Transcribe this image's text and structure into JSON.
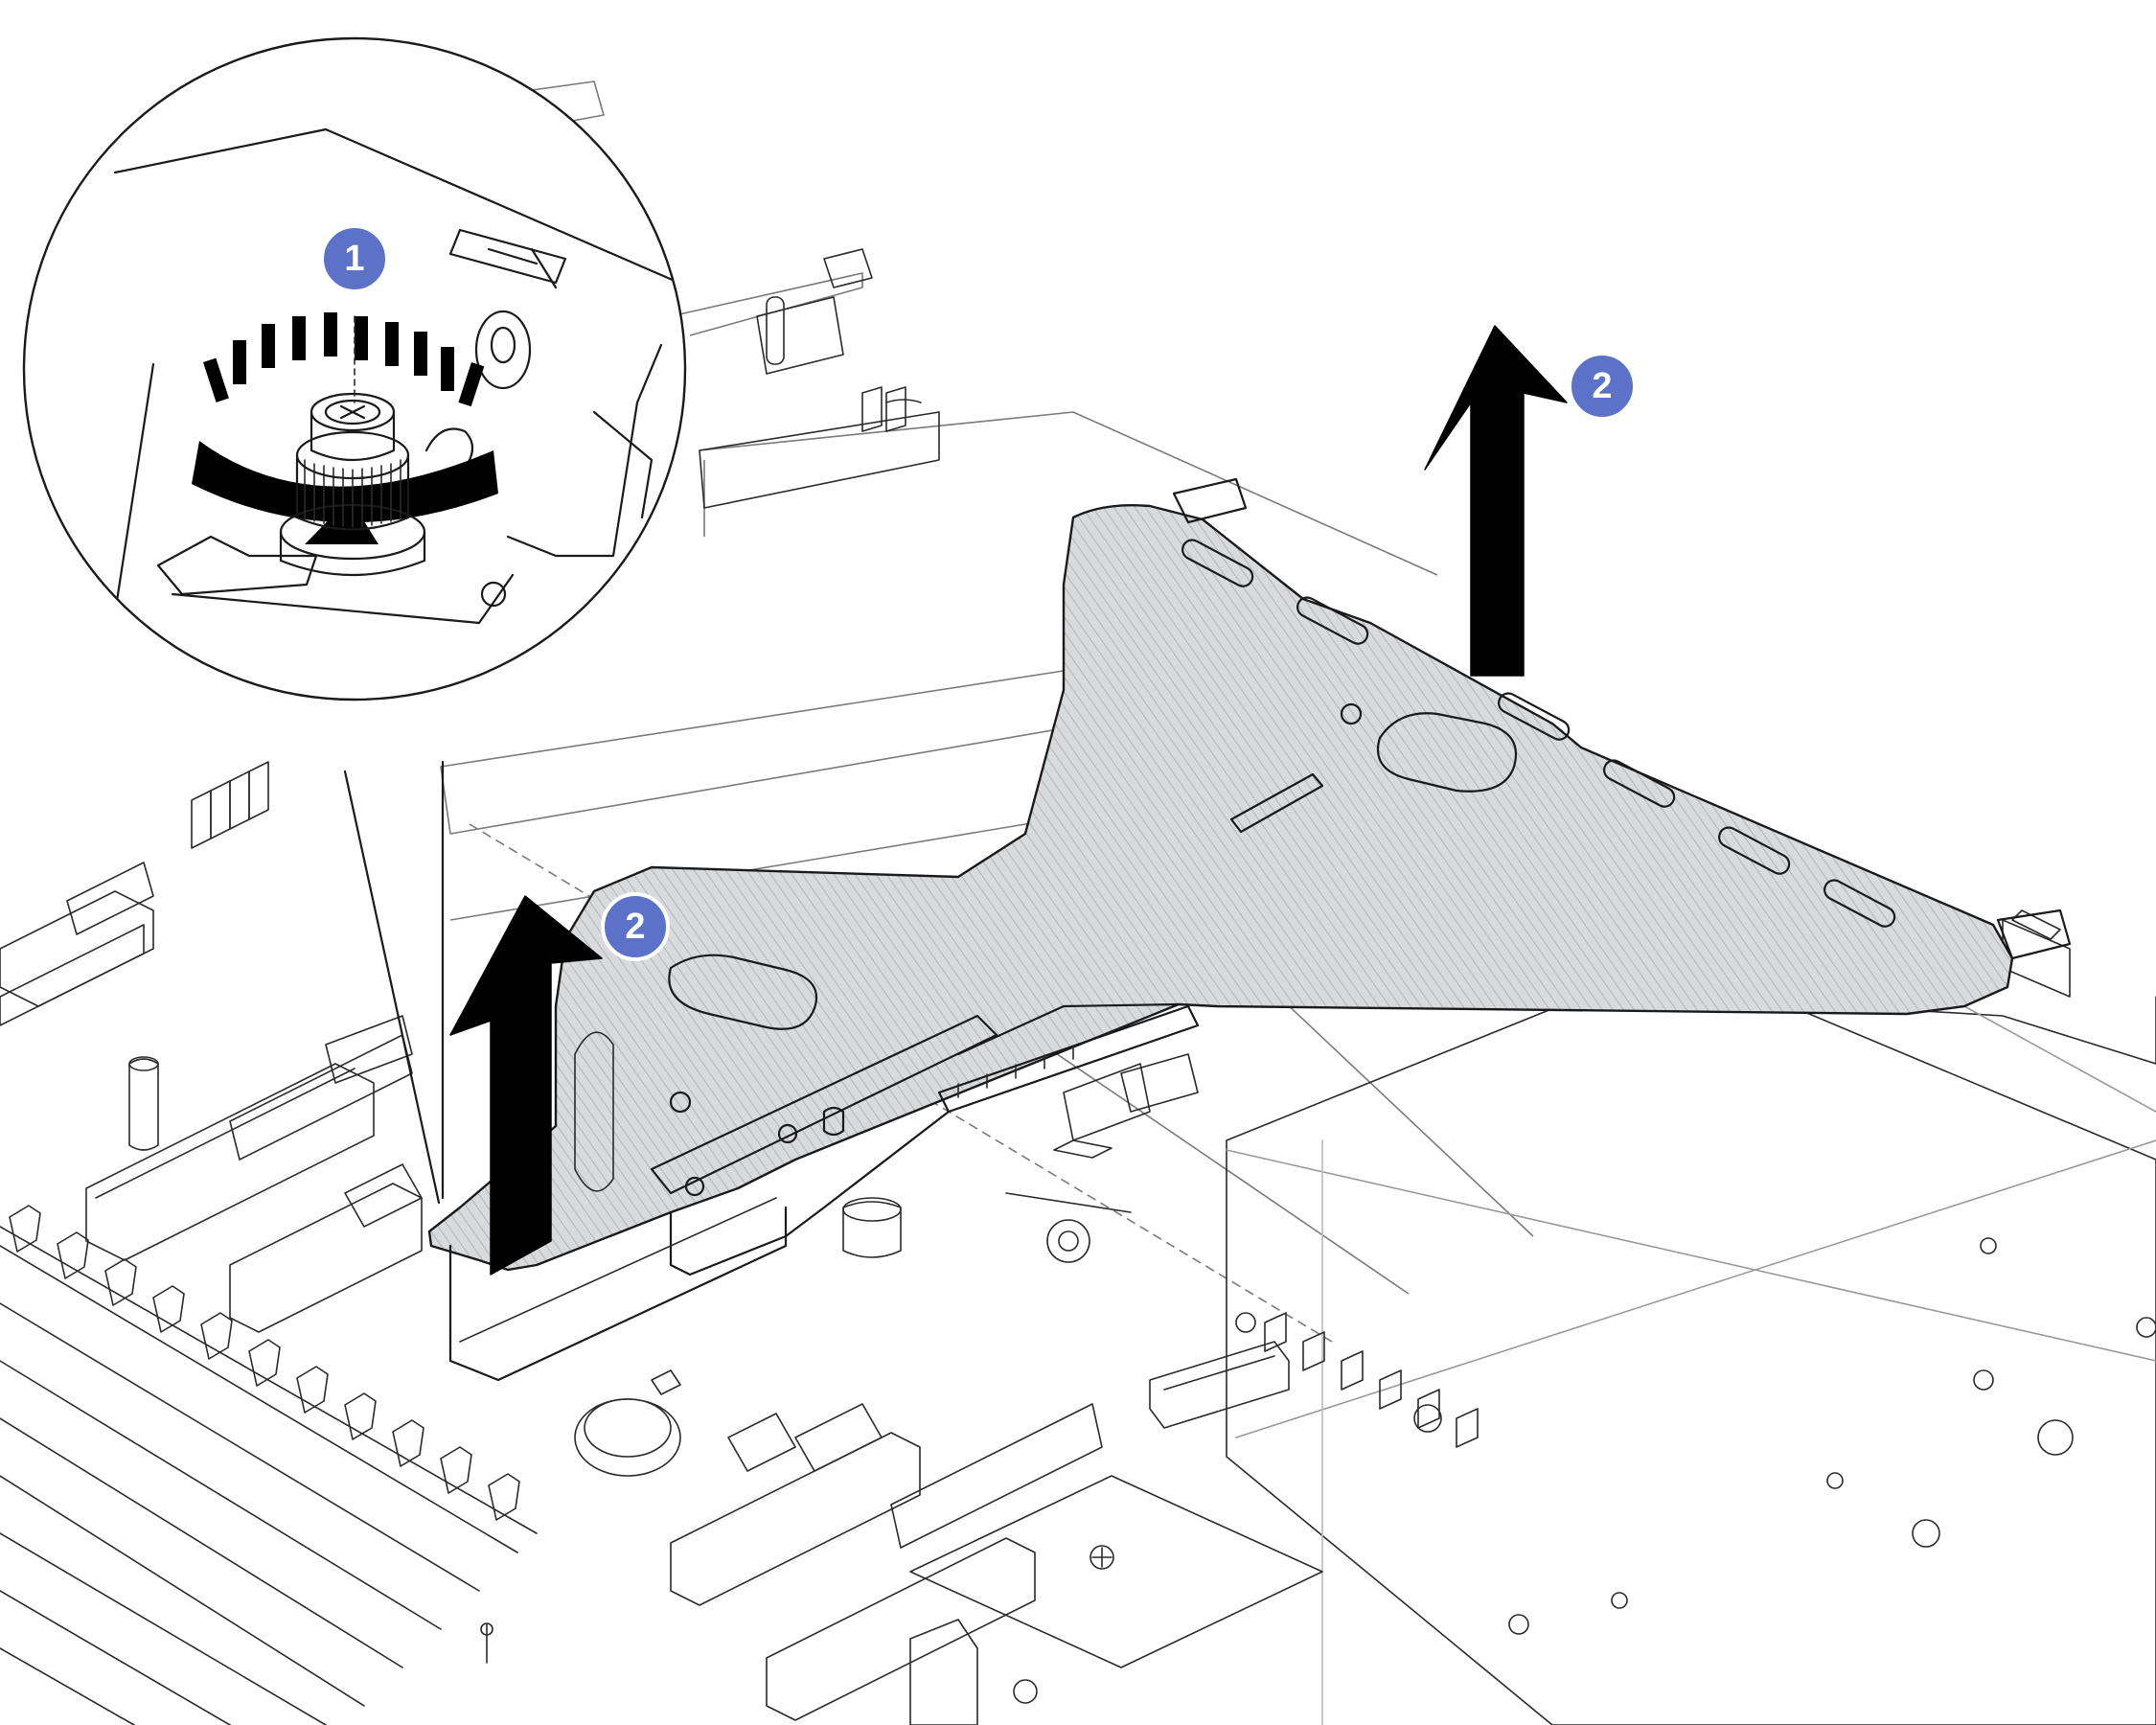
{
  "diagram": {
    "colors": {
      "line": "#1a1a1a",
      "faint_line": "#7a7a7a",
      "bracket_fill": "#d9dadc",
      "bracket_hatch": "#b8b9bc",
      "callout_fill": "#5b72c8",
      "callout_stroke": "#ffffff",
      "arrow_fill": "#000000",
      "background": "#ffffff"
    },
    "callouts": [
      {
        "id": "callout-1",
        "label": "1",
        "meaning": "loosen-captive-screw"
      },
      {
        "id": "callout-2a",
        "label": "2",
        "meaning": "lift-riser-bracket"
      },
      {
        "id": "callout-2b",
        "label": "2",
        "meaning": "lift-riser-bracket"
      }
    ],
    "icons": {
      "rotation_arrow": "counter-clockwise-rotation-icon",
      "lift_arrow": "up-arrow-icon",
      "screw": "captive-thumbscrew-icon"
    }
  }
}
